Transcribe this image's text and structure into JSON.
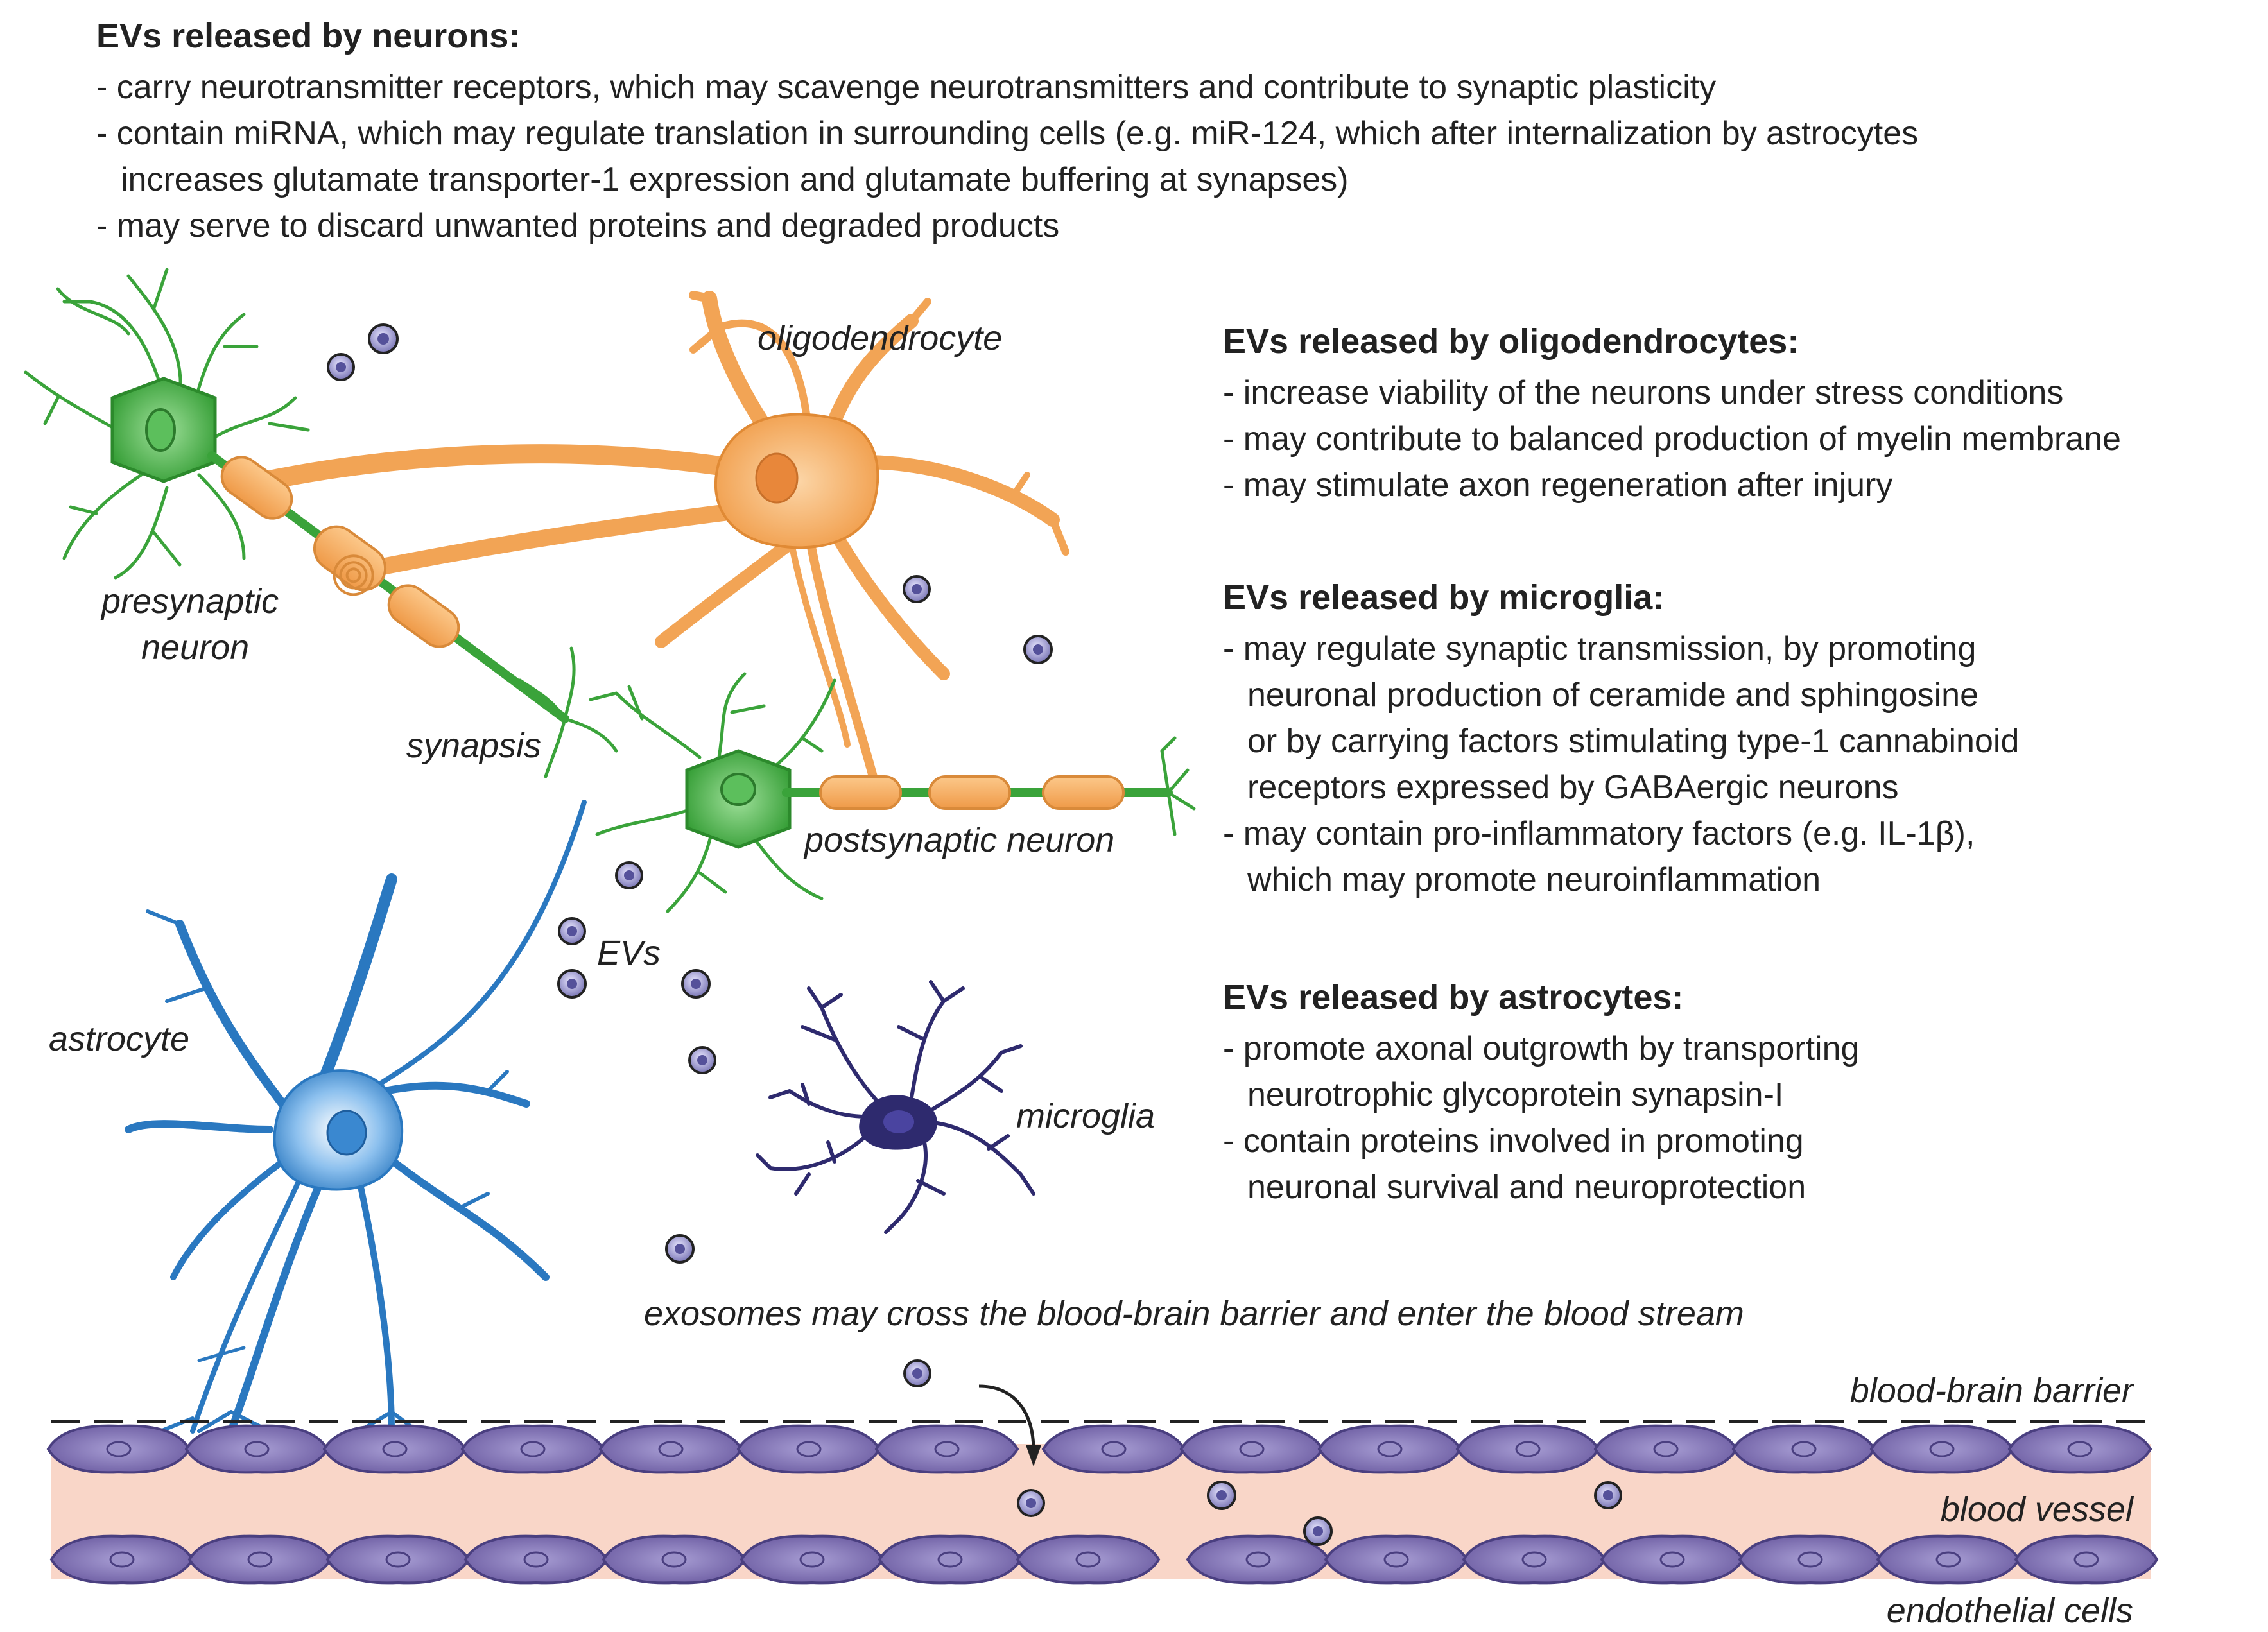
{
  "neurons": {
    "title": "EVs released by neurons:",
    "lines": [
      "- carry neurotransmitter receptors, which may scavenge neurotransmitters and contribute to synaptic plasticity",
      "- contain miRNA, which may regulate translation in surrounding cells (e.g. miR-124, which after internalization by astrocytes",
      "increases glutamate transporter-1 expression and glutamate buffering at synapses)",
      "- may serve to discard unwanted proteins and degraded products"
    ]
  },
  "oligodendrocytes": {
    "title": "EVs released by oligodendrocytes:",
    "lines": [
      "- increase viability of the neurons under stress conditions",
      "- may contribute to balanced production of myelin membrane",
      "- may stimulate axon regeneration after injury"
    ]
  },
  "microglia": {
    "title": "EVs released by microglia:",
    "lines": [
      "- may regulate synaptic transmission, by promoting",
      "neuronal production of ceramide and sphingosine",
      "or by carrying factors stimulating type-1 cannabinoid",
      "receptors expressed by GABAergic neurons",
      "- may contain pro-inflammatory factors (e.g. IL-1β),",
      "which may promote neuroinflammation"
    ]
  },
  "astrocytes": {
    "title": "EVs released by astrocytes:",
    "lines": [
      "- promote axonal outgrowth by transporting",
      "neurotrophic glycoprotein synapsin-I",
      "- contain proteins involved in promoting",
      "neuronal survival and neuroprotection"
    ]
  },
  "labels": {
    "oligodendrocyte": "oligodendrocyte",
    "presynaptic_1": "presynaptic",
    "presynaptic_2": "neuron",
    "synapsis": "synapsis",
    "postsynaptic": "postsynaptic neuron",
    "astrocyte": "astrocyte",
    "evs": "EVs",
    "microglia": "microglia",
    "exosomes": "exosomes may cross the blood-brain barrier and enter the blood stream",
    "bbb": "blood-brain barrier",
    "vessel": "blood vessel",
    "endothelial": "endothelial cells"
  },
  "colors": {
    "neuron": "#3aa33a",
    "oligodendrocyte": "#f0a050",
    "astrocyte": "#2a78c0",
    "microglia": "#2e2a6e",
    "endothelial": "#7a6aa8",
    "blood_vessel": "#f9d6c8",
    "ev": "#8a86c0"
  }
}
